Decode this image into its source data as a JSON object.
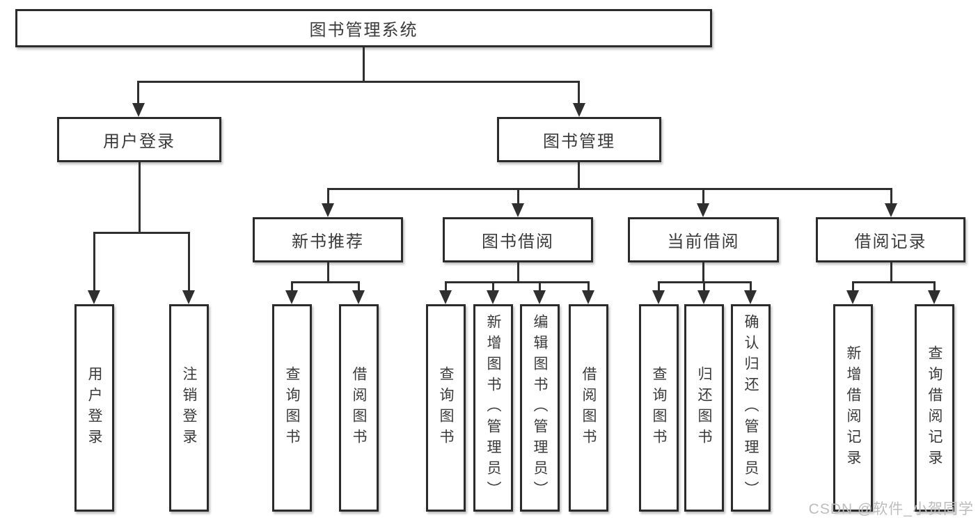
{
  "diagram": {
    "root": {
      "label": "图书管理系统"
    },
    "branches": [
      {
        "label": "用户登录",
        "children": [
          {
            "label": "用户登录"
          },
          {
            "label": "注销登录"
          }
        ]
      },
      {
        "label": "图书管理",
        "sections": [
          {
            "label": "新书推荐",
            "children": [
              {
                "label": "查询图书"
              },
              {
                "label": "借阅图书"
              }
            ]
          },
          {
            "label": "图书借阅",
            "children": [
              {
                "label": "查询图书"
              },
              {
                "label": "新增图书（管理员）"
              },
              {
                "label": "编辑图书（管理员）"
              },
              {
                "label": "借阅图书"
              }
            ]
          },
          {
            "label": "当前借阅",
            "children": [
              {
                "label": "查询图书"
              },
              {
                "label": "归还图书"
              },
              {
                "label": "确认归还（管理员）"
              }
            ]
          },
          {
            "label": "借阅记录",
            "children": [
              {
                "label": "新增借阅记录"
              },
              {
                "label": "查询借阅记录"
              }
            ]
          }
        ]
      }
    ],
    "watermark": "CSDN @软件_小贺同学",
    "colors": {
      "line": "#2f2f2f",
      "box_border": "#2b2b2b",
      "box_fill": "#ffffff",
      "text": "#3a3a3a",
      "watermark": "#bdbdbd",
      "background": "#ffffff"
    }
  }
}
